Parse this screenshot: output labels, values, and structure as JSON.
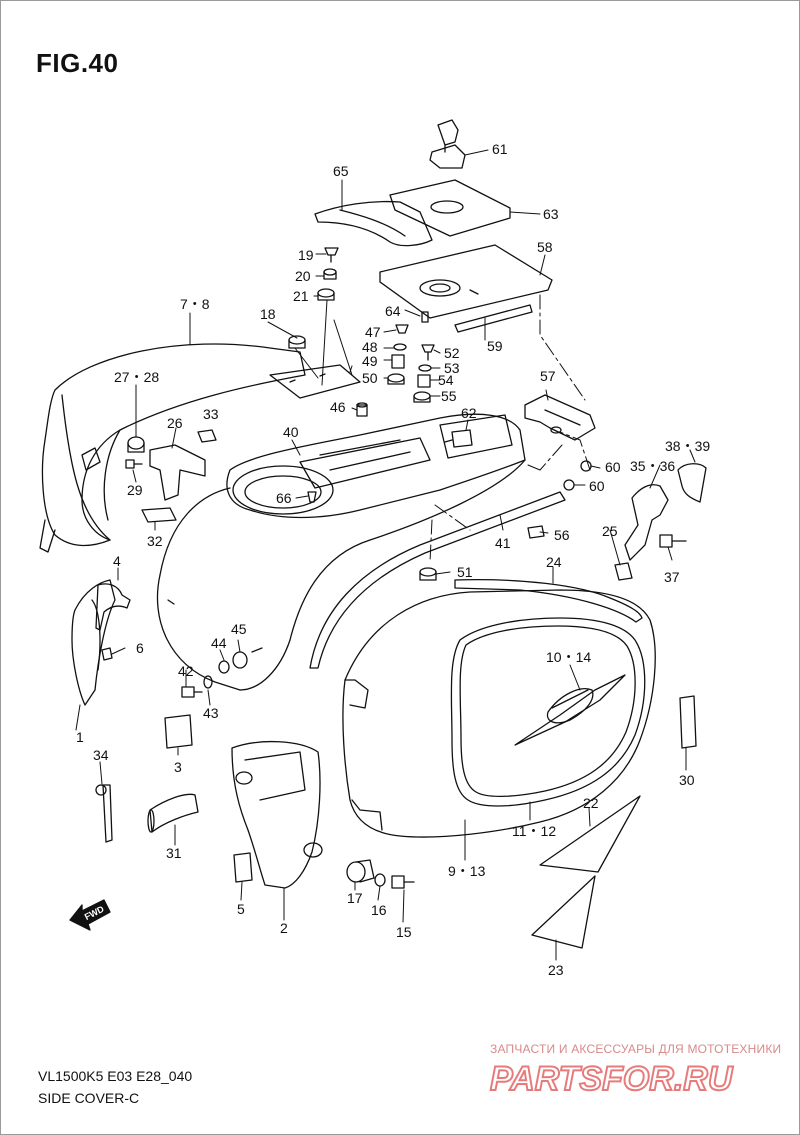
{
  "figure": {
    "title": "FIG.40",
    "model_code": "VL1500K5 E03 E28_040",
    "section_name": "SIDE COVER-C",
    "fwd_label": "FWD"
  },
  "watermark": {
    "tagline": "ЗАПЧАСТИ И АКСЕССУАРЫ ДЛЯ МОТОТЕХНИКИ",
    "brand": "PARTSFOR.RU",
    "color": "#e05050"
  },
  "callouts": [
    "1",
    "2",
    "3",
    "4",
    "5",
    "6",
    "7・8",
    "9・13",
    "10・14",
    "11・12",
    "15",
    "16",
    "17",
    "18",
    "19",
    "20",
    "21",
    "22",
    "23",
    "24",
    "25",
    "26",
    "27・28",
    "29",
    "30",
    "31",
    "32",
    "33",
    "34",
    "35・36",
    "37",
    "38・39",
    "40",
    "41",
    "42",
    "43",
    "44",
    "45",
    "46",
    "47",
    "48",
    "49",
    "50",
    "51",
    "52",
    "53",
    "54",
    "55",
    "56",
    "57",
    "58",
    "59",
    "60",
    "60",
    "61",
    "62",
    "63",
    "64",
    "65",
    "66"
  ]
}
